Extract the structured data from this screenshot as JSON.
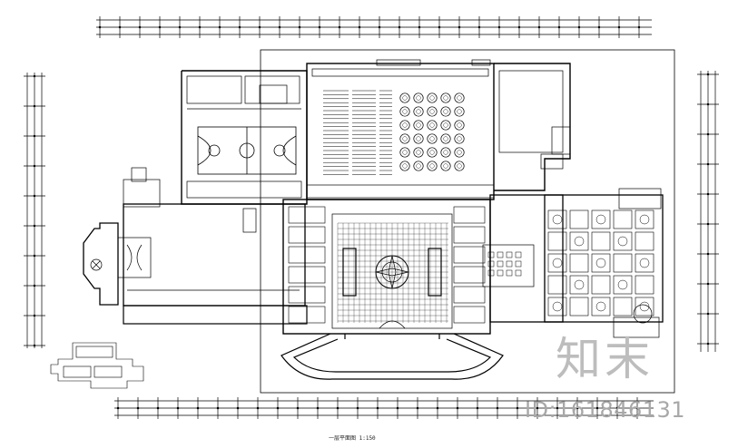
{
  "drawing": {
    "caption": "一层平面图  1:150",
    "watermark_brand": "知末",
    "watermark_id": "ID:161846131"
  },
  "colors": {
    "line": "#000000",
    "watermark": "#b0b0b0",
    "background": "#ffffff"
  },
  "icons": {
    "basketball_court": "basketball-court-icon",
    "compass_rose": "compass-rose-icon",
    "round_tables": "round-table-icon"
  }
}
